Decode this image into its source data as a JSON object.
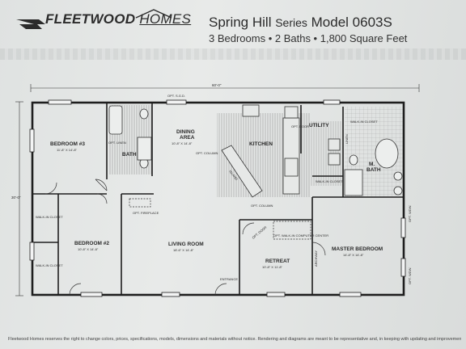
{
  "header": {
    "brand_main": "FLEETWOOD",
    "brand_homes": "HOMES",
    "series_name": "Spring Hill",
    "series_word": "Series",
    "model": "Model 0603S",
    "specs": "3 Bedrooms • 2 Baths • 1,800 Square Feet"
  },
  "dimensions": {
    "width": "60'-0\"",
    "depth": "30'-0\""
  },
  "rooms": {
    "bedroom3": {
      "name": "BEDROOM #3",
      "size": "11'-8\" X 14'-8\""
    },
    "bath": {
      "name": "BATH"
    },
    "dining": {
      "name": "DINING",
      "name2": "AREA",
      "size": "10'-8\" X 14'-8\""
    },
    "kitchen": {
      "name": "KITCHEN"
    },
    "utility": {
      "name": "UTILITY"
    },
    "m_bath": {
      "name": "M.",
      "name2": "BATH"
    },
    "bedroom2": {
      "name": "BEDROOM #2",
      "size": "10'-8\" X 14'-8\""
    },
    "living": {
      "name": "LIVING ROOM",
      "size": "18'-6\" X 14'-8\""
    },
    "retreat": {
      "name": "RETREAT",
      "size": "10'-8\" X 11'-8\""
    },
    "master": {
      "name": "MASTER BEDROOM",
      "size": "14'-8\" X 14'-8\""
    }
  },
  "notes": {
    "opt_sgd": "OPT. S.G.D.",
    "opt_linen": "OPT. LINEN",
    "opt_column": "OPT. COLUMN",
    "island": "ISLAND",
    "opt_column2": "OPT. COLUMN",
    "walkin_closet": "WALK-IN CLOSET",
    "walkin_closet2": "WALK-IN CLOSET",
    "walkin_closet3": "WALK-IN CLOSET",
    "walkin_closet4": "WALK-IN CLOSET",
    "opt_fireplace": "OPT. FIREPLACE",
    "opt_computer": "OPT. WALK-IN COMPUTER CENTER",
    "opt_door": "OPT. DOOR",
    "opt_door2": "OPT. DOOR",
    "linen": "LINEN",
    "opt_wdw": "OPT. WDW.",
    "opt_wdw2": "OPT. WDW.",
    "archway": "ARCHWAY",
    "entrance": "ENTRANCE"
  },
  "footer": {
    "disclaimer": "Fleetwood Homes reserves the right to change colors, prices, specifications, models, dimensions and materials without notice. Rendering and diagrams are meant to be representative and, in keeping with updating and improvement, may vary from the actual home. All dimensions are nominal and approximated."
  }
}
